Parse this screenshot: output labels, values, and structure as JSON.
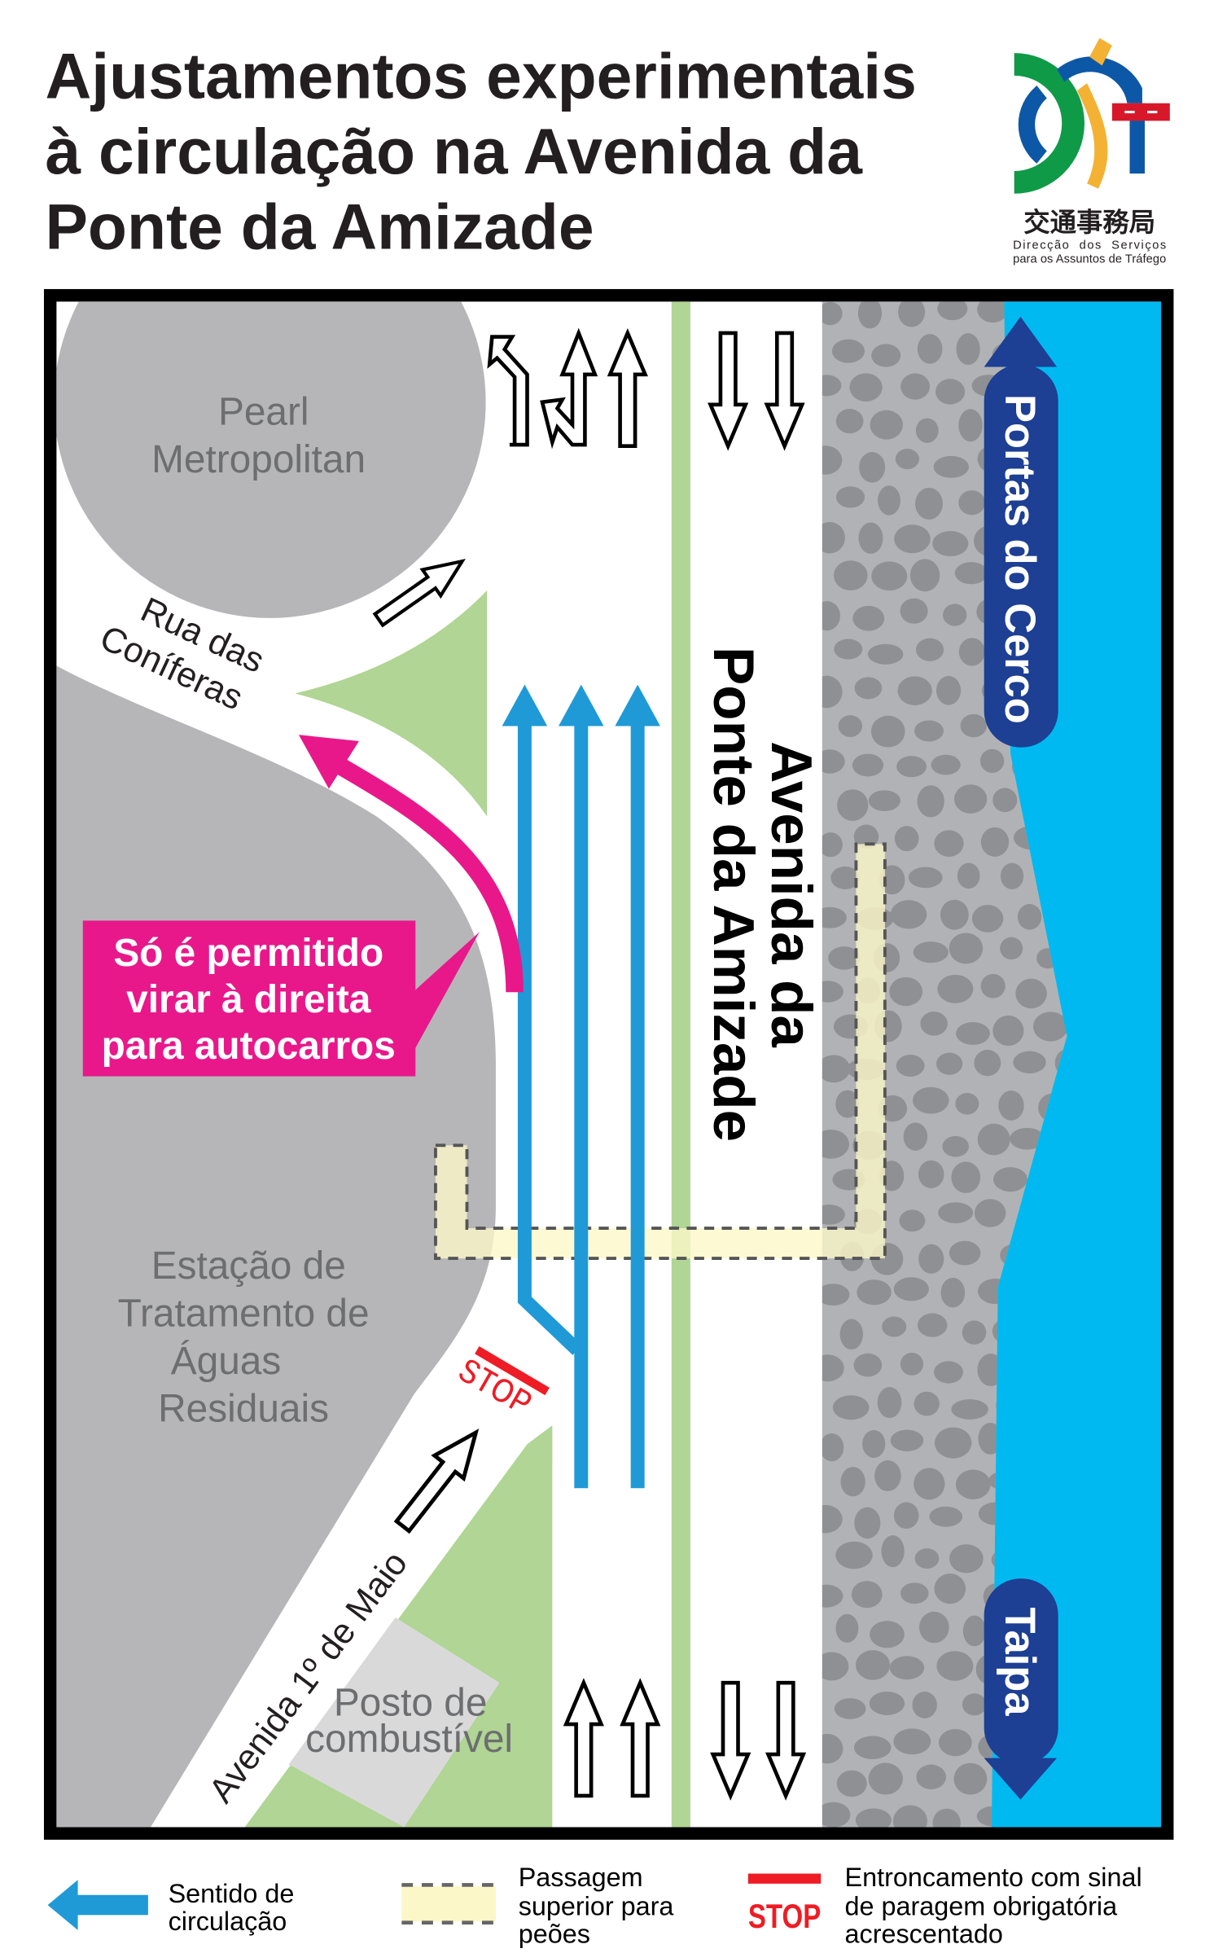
{
  "title": {
    "lines": [
      "Ajustamentos experimentais",
      "à circulação na Avenida da",
      "Ponte da Amizade"
    ]
  },
  "logo": {
    "chinese": "交通事務局",
    "line1": "Direcção  dos  Serviços",
    "line2": "para os Assuntos de Tráfego",
    "colors": {
      "green": "#0f9a48",
      "blue": "#0d58a6",
      "yellow": "#f3b234",
      "red": "#d7182a"
    }
  },
  "map": {
    "pearl": [
      "Pearl",
      "Metropolitan"
    ],
    "rua": [
      "Rua das",
      "Coníferas"
    ],
    "estacao": [
      "Estação de",
      "Tratamento de",
      "Águas",
      "Residuais"
    ],
    "main_road": [
      "Avenida da",
      "Ponte da Amizade"
    ],
    "portas": "Portas do Cerco",
    "taipa": "Taipa",
    "callout": [
      "Só é permitido",
      "virar à direita",
      "para autocarros"
    ],
    "av_maio": "Avenida 1º de Maio",
    "posto": [
      "Posto de",
      "combustível"
    ],
    "stop": "STOP",
    "colors": {
      "land": "#b6b6b8",
      "green": "#b0d594",
      "water": "#00b9f0",
      "flow": "#1f9ad6",
      "bus_turn": "#e8188b",
      "pill": "#1d3f94",
      "stop": "#ee1c25"
    }
  },
  "legend": {
    "flow": [
      "Sentido de",
      "circulação"
    ],
    "overpass": [
      "Passagem",
      "superior para",
      "peões"
    ],
    "stop_label": "STOP",
    "stop": [
      "Entroncamento com sinal",
      "de paragem obrigatória",
      "acrescentado"
    ]
  }
}
